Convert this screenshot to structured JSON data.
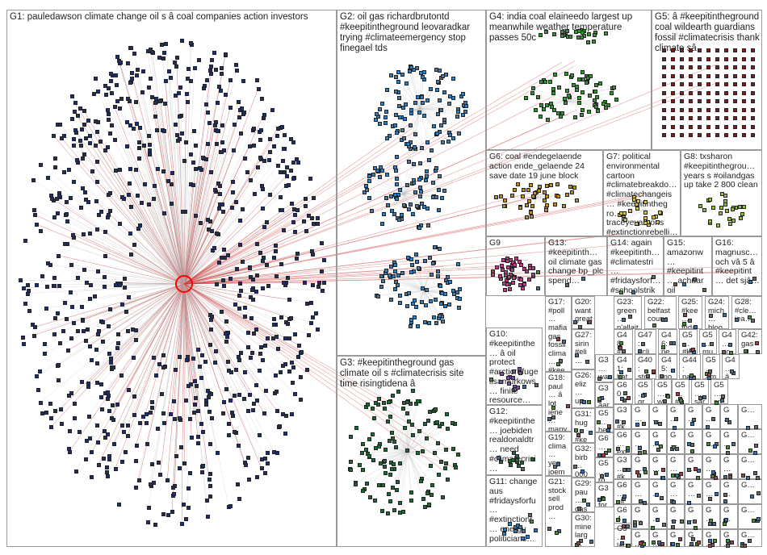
{
  "groups": [
    {
      "id": "G1",
      "text": "G1: pauledawson climate change oil s â coal companies action investors"
    },
    {
      "id": "G2",
      "text": "G2: oil gas richardbrutontd #keepitintheground leovaradkar trying #climateemergency stop finegael tds"
    },
    {
      "id": "G3",
      "text": "G3: #keepitintheground gas climate oil s #climatecrisis site time risingtidena â"
    },
    {
      "id": "G4",
      "text": "G4: india coal elaineedo largest up meanwhile weather temperature passes 50c"
    },
    {
      "id": "G5",
      "text": "G5: â #keepitintheground coal wildearth guardians fossil #climatecrisis thank climate sâ"
    },
    {
      "id": "G6",
      "text": "G6: coal #endegelaende action ende_gelaende 24 save date 19 june block"
    },
    {
      "id": "G7",
      "text": "G7: political environmental cartoon #climatebreakdo… #climatechangeis… #keepitintheg ro… traceyevatoons #extinctionrebelli…"
    },
    {
      "id": "G8",
      "text": "G8: txsharon #keepitinthegrou… years s #oilandgas up take 2 800 clean"
    },
    {
      "id": "G9",
      "text": "G9"
    },
    {
      "id": "G13",
      "text": "G13: #keepitinth… oil climate gas change bp_plc spend…"
    },
    {
      "id": "G14",
      "text": "G14: again #keepitinth… #climatestri… #fridaysforf… #schoolstrik…"
    },
    {
      "id": "G15",
      "text": "G15: amazonw… #keepitint… achuar oil indigenou…"
    },
    {
      "id": "G16",
      "text": "G16: magnusc… och vâ 5 â #keepitint… det sjâ…"
    },
    {
      "id": "G10",
      "text": "G10: #keepitinthe… â oil protect #arcticrefuge lisamurkows… finite resource…"
    },
    {
      "id": "G17",
      "text": "G17: #poll… mafia gas fossil clima… â #kee…"
    },
    {
      "id": "G12",
      "text": "G12: #keepitinthe… joebiden realdonaldtr… need #climatecrisi…"
    },
    {
      "id": "G11",
      "text": "G11: change aus #fridaysforfu… #extinctionr… energy politicians…"
    },
    {
      "id": "G18",
      "text": "G18: paul… â lot iene… many differ…"
    },
    {
      "id": "G19",
      "text": "G19: clima… yep joem… really…"
    },
    {
      "id": "G21",
      "text": "G21: stock sell prod…"
    },
    {
      "id": "G20",
      "text": "G20: want great…"
    },
    {
      "id": "G27",
      "text": "G27: sirin #eli…"
    },
    {
      "id": "G26",
      "text": "G26: eliz… up…"
    },
    {
      "id": "G31",
      "text": "G31: hug… #ke…"
    },
    {
      "id": "G32",
      "text": "G32: birb… 000…"
    },
    {
      "id": "G29",
      "text": "G29: pau… gas…"
    },
    {
      "id": "G30",
      "text": "G30: mine larg…"
    },
    {
      "id": "G23",
      "text": "G23: green… n'allait…"
    },
    {
      "id": "G22",
      "text": "G22: belfast counc…"
    },
    {
      "id": "G25",
      "text": "G25: #kee… frida…"
    },
    {
      "id": "G24",
      "text": "G24: mich… bloo…"
    },
    {
      "id": "G28",
      "text": "G28: #cle… iea…"
    },
    {
      "id": "G48",
      "text": "G48 #k…"
    },
    {
      "id": "G47",
      "text": "G47: #cli…"
    },
    {
      "id": "G46",
      "text": "G46: pe…"
    },
    {
      "id": "G5b",
      "text": "G5… #k…"
    },
    {
      "id": "G5c",
      "text": "G5… mu…"
    },
    {
      "id": "G4b",
      "text": "G4… ec…"
    },
    {
      "id": "G42",
      "text": "G42: gas…"
    },
    {
      "id": "G3a",
      "text": "G3… wa…"
    },
    {
      "id": "G41",
      "text": "G41: hat…"
    },
    {
      "id": "G40",
      "text": "G40: sto…"
    },
    {
      "id": "G45",
      "text": "G45: mo…"
    },
    {
      "id": "G44",
      "text": "G44: patr…"
    },
    {
      "id": "G5d",
      "text": "G5… am…"
    },
    {
      "id": "G4c",
      "text": "G4… â…"
    },
    {
      "id": "G3b",
      "text": "G3… aar…"
    },
    {
      "id": "G60",
      "text": "G60"
    },
    {
      "id": "G5e",
      "text": "G5… gr…"
    },
    {
      "id": "G5f",
      "text": "G5… wo…"
    },
    {
      "id": "G5g",
      "text": "G5… #k…"
    },
    {
      "id": "G5h",
      "text": "G5… sar…"
    },
    {
      "id": "G5i",
      "text": "G5… sp…"
    },
    {
      "id": "G5j",
      "text": "G5… he…"
    },
    {
      "id": "G3c",
      "text": "G3… #k…"
    },
    {
      "id": "G6a",
      "text": "G6… ext…"
    },
    {
      "id": "G6b",
      "text": "G6… ar…"
    },
    {
      "id": "G3d",
      "text": "G3… #k…"
    },
    {
      "id": "G6c",
      "text": "G6… cli…"
    },
    {
      "id": "G64",
      "text": "G64"
    },
    {
      "id": "G5k",
      "text": "G5… ro…"
    },
    {
      "id": "G3e",
      "text": "G3… for…"
    },
    {
      "id": "G3f",
      "text": "G3… larg…"
    },
    {
      "id": "G5l",
      "text": "G5… #k…"
    }
  ],
  "small_markers": {
    "text": "G…"
  },
  "colors": {
    "G1": "#1f2f6e",
    "G2": "#2f7fc4",
    "G3": "#1e6a33",
    "G4": "#2e9a2e",
    "G5": "#8b1a1a",
    "G6": "#c58a1c",
    "G7": "#d4c04a",
    "G8": "#8fbf3f",
    "G9": "#c03a8a",
    "G10": "#7a4fa0",
    "edge": "#b9b9b9",
    "edge_hot": "#d43c3c",
    "hub": "#ff0000",
    "border": "#9a9a9a"
  }
}
